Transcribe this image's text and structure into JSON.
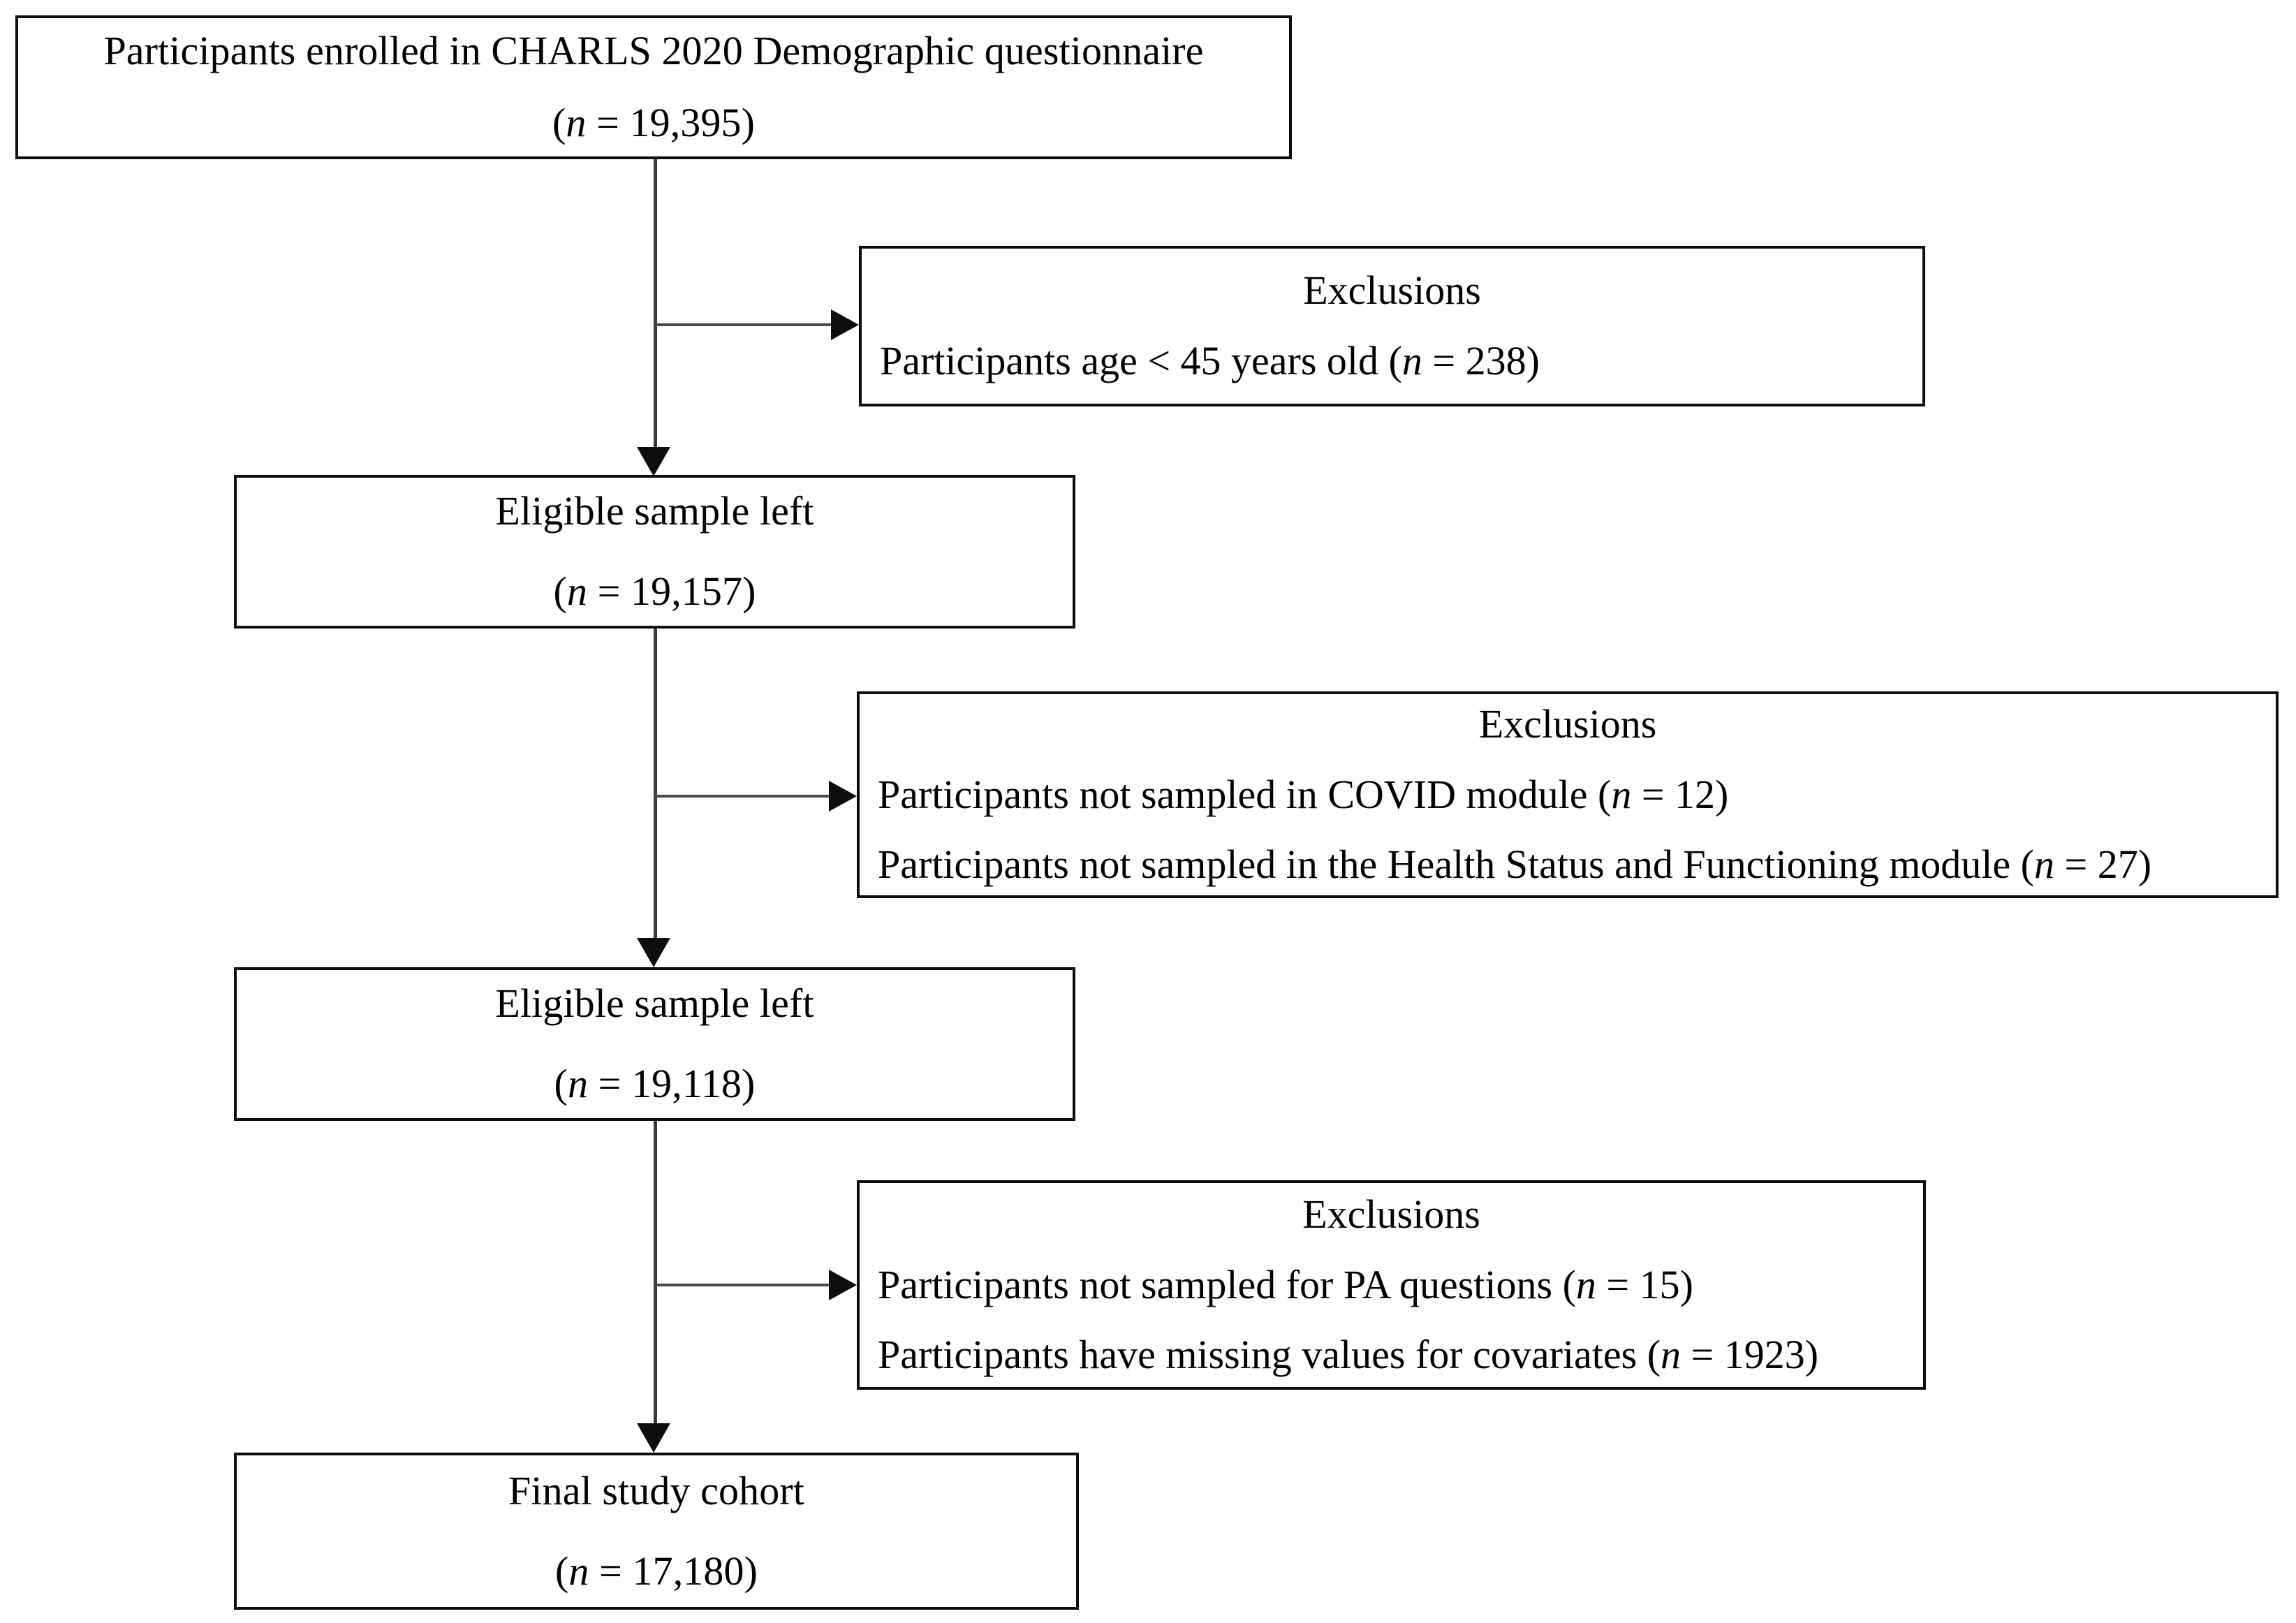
{
  "diagram": {
    "title": "Study participant flow diagram",
    "type": "flowchart",
    "stroke_color": "#0d0d0d",
    "connector_color": "#3a3a3a",
    "background_color": "#ffffff"
  },
  "nodes": {
    "enrolled": {
      "line1": "Participants enrolled in CHARLS 2020 Demographic questionnaire",
      "count_open": "(",
      "count_var": "n",
      "count_eq": " = ",
      "count_value": "19,395",
      "count_close": ")"
    },
    "eligible1": {
      "line1": "Eligible sample left",
      "count_open": "(",
      "count_var": "n",
      "count_eq": " = ",
      "count_value": "19,157",
      "count_close": ")"
    },
    "eligible2": {
      "line1": "Eligible sample left",
      "count_open": "(",
      "count_var": "n",
      "count_eq": " = ",
      "count_value": "19,118",
      "count_close": ")"
    },
    "final": {
      "line1": "Final study cohort",
      "count_open": "(",
      "count_var": "n",
      "count_eq": " = ",
      "count_value": "17,180",
      "count_close": ")"
    }
  },
  "exclusions": {
    "step1": {
      "heading": "Exclusions",
      "items": [
        {
          "text": "Participants age < 45 years old ",
          "paren_open": "(",
          "var": "n",
          "eq": " = ",
          "value": "238",
          "paren_close": ")"
        }
      ]
    },
    "step2": {
      "heading": "Exclusions",
      "items": [
        {
          "text": "Participants not sampled in COVID module ",
          "paren_open": "(",
          "var": "n",
          "eq": " = ",
          "value": "12",
          "paren_close": ")"
        },
        {
          "text": "Participants not sampled in the Health Status and Functioning module ",
          "paren_open": "(",
          "var": "n",
          "eq": " = ",
          "value": "27",
          "paren_close": ")"
        }
      ]
    },
    "step3": {
      "heading": "Exclusions",
      "items": [
        {
          "text": "Participants not sampled for PA questions ",
          "paren_open": "(",
          "var": "n",
          "eq": " = ",
          "value": "15",
          "paren_close": ")"
        },
        {
          "text": "Participants have missing values for covariates ",
          "paren_open": "(",
          "var": "n",
          "eq": " = ",
          "value": "1923",
          "paren_close": ")"
        }
      ]
    }
  }
}
